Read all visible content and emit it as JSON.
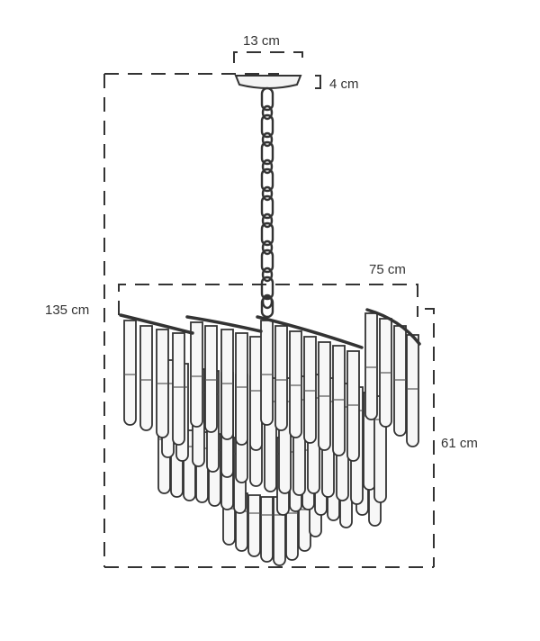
{
  "dimensions": {
    "canopy_width": "13 cm",
    "canopy_height": "4 cm",
    "total_height": "135 cm",
    "body_width": "75 cm",
    "body_height": "61 cm"
  },
  "colors": {
    "line": "#333333",
    "glass": "#f7f7f7",
    "background": "#ffffff"
  }
}
